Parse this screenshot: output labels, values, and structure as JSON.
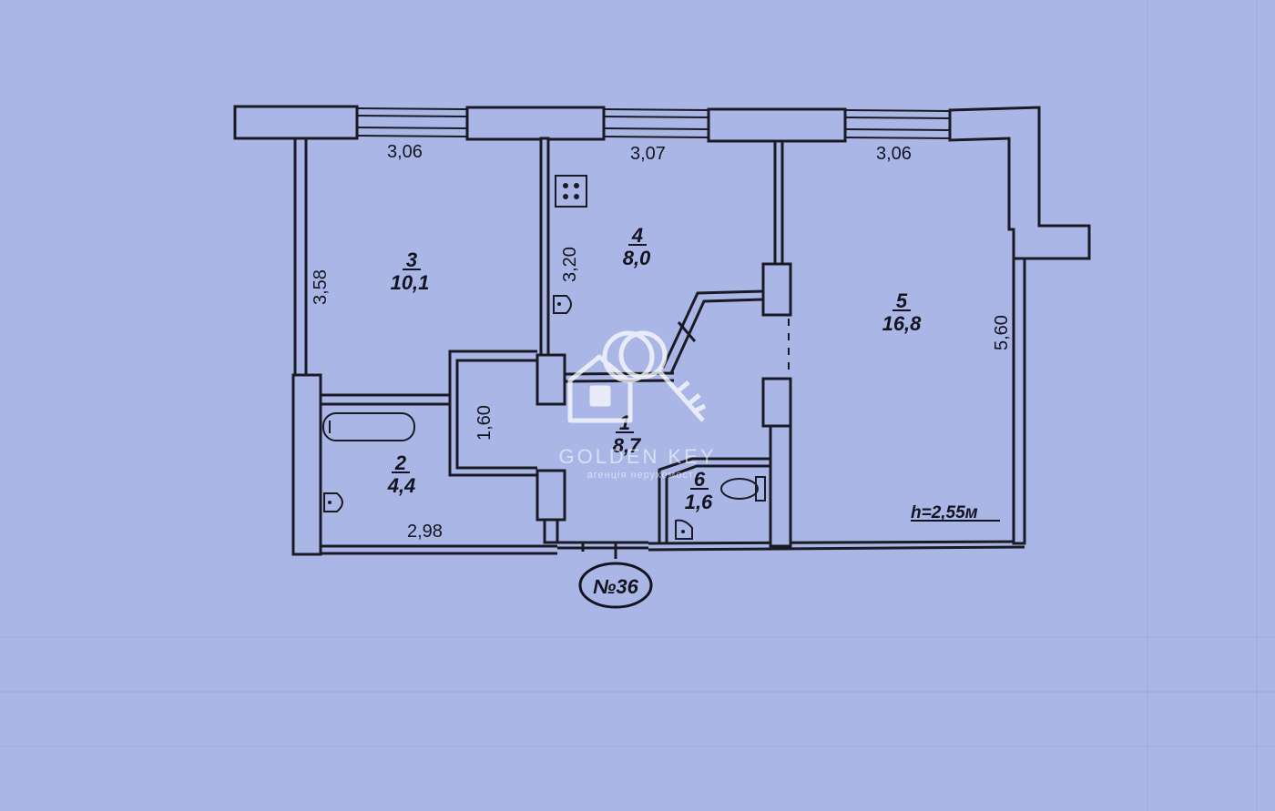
{
  "plan": {
    "apartment_number": "№36",
    "ceiling_height": "h=2,55м",
    "rooms": [
      {
        "id": "1",
        "area": "8,7"
      },
      {
        "id": "2",
        "area": "4,4"
      },
      {
        "id": "3",
        "area": "10,1"
      },
      {
        "id": "4",
        "area": "8,0"
      },
      {
        "id": "5",
        "area": "16,8"
      },
      {
        "id": "6",
        "area": "1,6"
      }
    ],
    "dimensions": {
      "room3_width": "3,06",
      "room4_width": "3,07",
      "room5_width": "3,06",
      "room3_depth": "3,58",
      "room4_depth": "3,20",
      "room5_depth": "5,60",
      "corridor_width": "1,60",
      "room2_width": "2,98"
    }
  },
  "watermark": {
    "brand": "GOLDEN KEY",
    "tagline": "агенція нерухомості"
  }
}
